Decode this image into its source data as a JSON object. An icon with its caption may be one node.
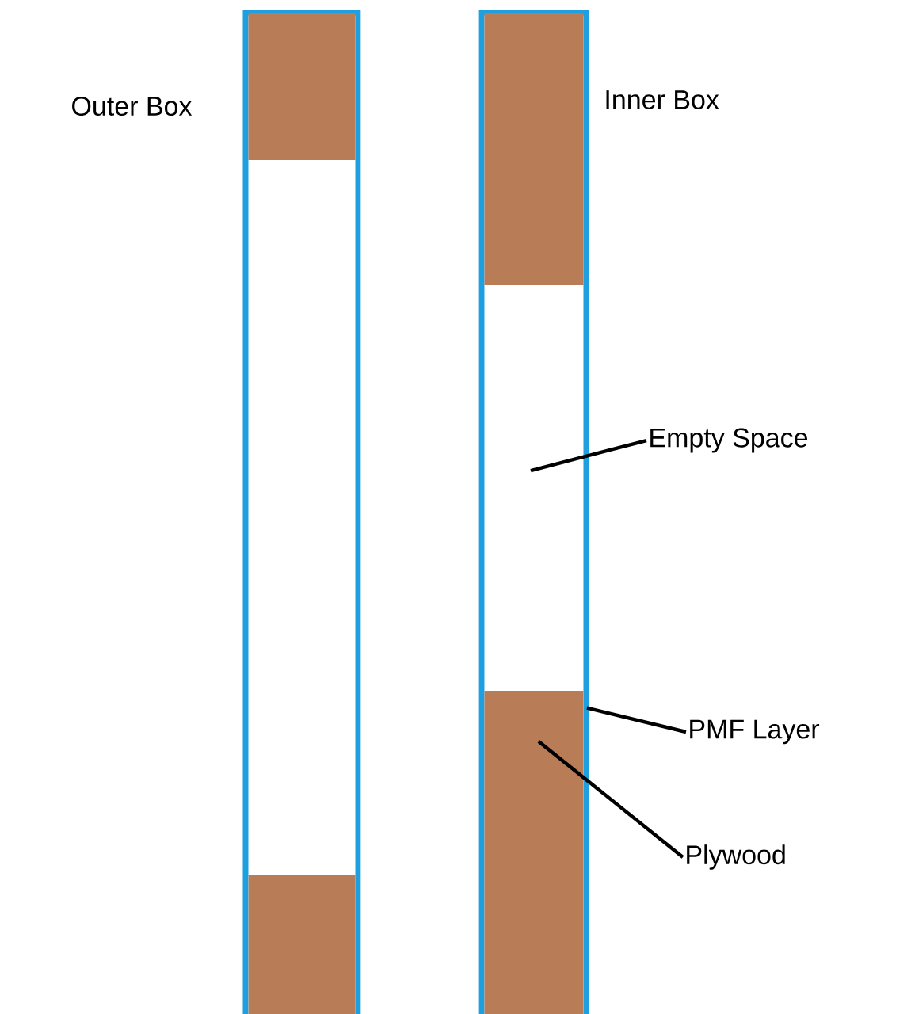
{
  "diagram": {
    "nodes": [
      {
        "text": [
          "Outer Box"
        ]
      },
      {
        "text": [],
        "shape": "box",
        "in": 0
      },
      {
        "text": [],
        "shape": "box",
        "in": 0
      },
      {
        "text": [
          "Inner Box"
        ]
      },
      {
        "text": [],
        "shape": "box",
        "in": 3
      },
      {
        "text": [
          "Empty Space"
        ]
      },
      {
        "text": [
          "PMF Layer"
        ]
      },
      {
        "text": [
          "Plywood"
        ]
      },
      {
        "text": [],
        "shape": "box",
        "in": 3
      }
    ],
    "edges": [
      {
        "from": 5,
        "to": null,
        "arrow": "none"
      },
      {
        "from": 6,
        "to": 8,
        "arrow": "none"
      },
      {
        "from": 7,
        "to": 8,
        "arrow": "none"
      }
    ]
  }
}
